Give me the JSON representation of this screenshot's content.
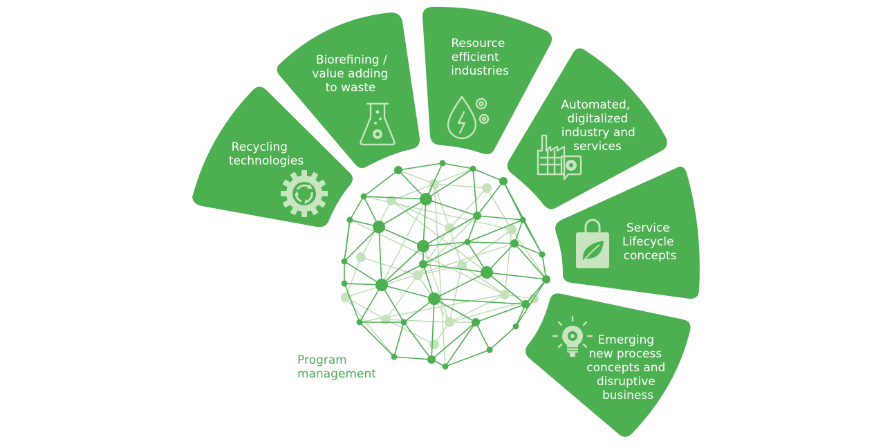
{
  "segments": [
    {
      "id": "recycling",
      "lines": [
        "Recycling",
        "technologies"
      ],
      "icon": "recycling-gear-icon"
    },
    {
      "id": "biorefining",
      "lines": [
        "Biorefining /",
        "value adding",
        "to waste"
      ],
      "icon": "flask-gear-icon"
    },
    {
      "id": "resource",
      "lines": [
        "Resource",
        "efficient",
        "industries"
      ],
      "icon": "drop-energy-gears-icon"
    },
    {
      "id": "automated",
      "lines": [
        "Automated,",
        "digitalized",
        "industry and",
        "services"
      ],
      "icon": "factory-gear-icon"
    },
    {
      "id": "service",
      "lines": [
        "Service",
        "Lifecycle",
        "concepts"
      ],
      "icon": "shopping-bag-leaf-icon"
    },
    {
      "id": "emerging",
      "lines": [
        "Emerging",
        "new process",
        "concepts and",
        "disruptive",
        "business"
      ],
      "icon": "lightbulb-gear-icon"
    }
  ],
  "center": {
    "lines": [
      "Program",
      "management"
    ],
    "icon": "geodesic-network-sphere-icon"
  },
  "colors": {
    "primary": "#4caf50",
    "light": "#c9e4c0",
    "text_on_primary": "#ffffff"
  }
}
